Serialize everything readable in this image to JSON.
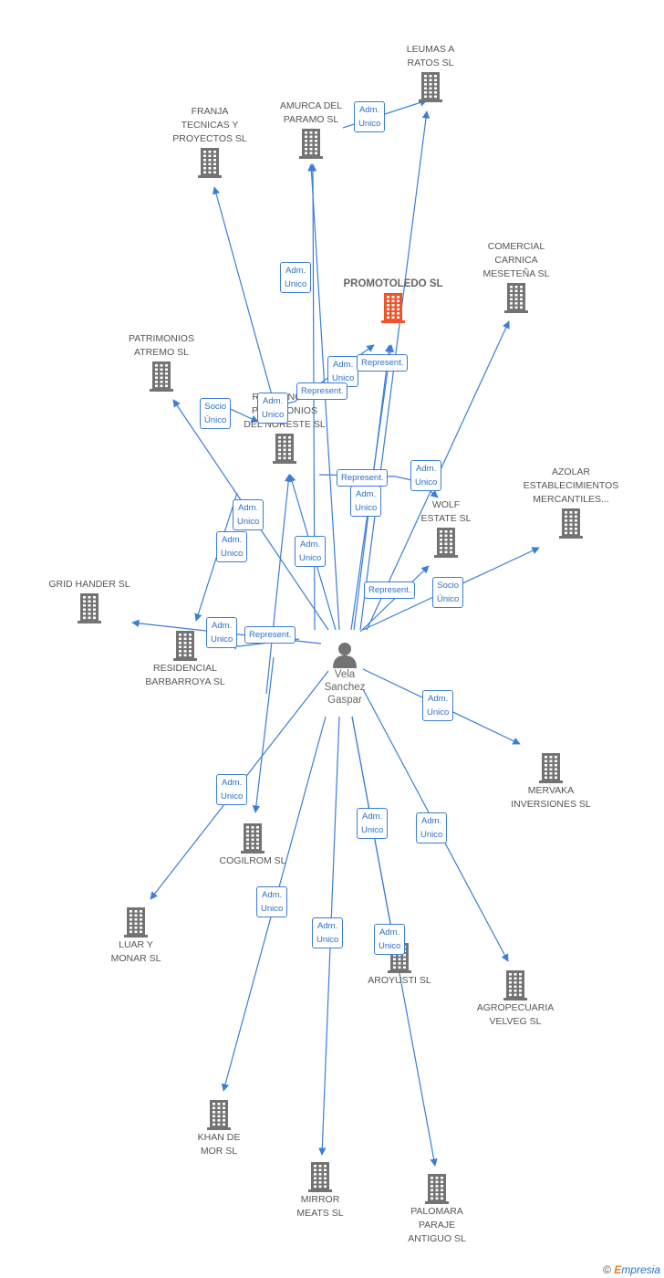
{
  "colors": {
    "edge": "#3b7dd8",
    "building": "#737373",
    "focus_building": "#f0522b",
    "label_text": "#2e6fc7"
  },
  "center": {
    "name": "Vela\nSanchez\nGaspar",
    "icon": "person-icon"
  },
  "companies": {
    "leumas": "LEUMAS A\nRATOS  SL",
    "amurca": "AMURCA DEL\nPARAMO SL",
    "franja": "FRANJA\nTECNICAS Y\nPROYECTOS SL",
    "comercial": "COMERCIAL\nCARNICA\nMESETEÑA SL",
    "promotoledo": "PROMOTOLEDO SL",
    "patrimonios": "PATRIMONIOS\nATREMO SL",
    "residencias": "RESIDENCIAS\nPATRIMONIOS\nDEL NORESTE SL",
    "azolar": "AZOLAR\nESTABLECIMIENTOS\nMERCANTILES...",
    "wolf": "WOLF\nESTATE SL",
    "grid": "GRID HANDER SL",
    "residencial": "RESIDENCIAL\nBARBARROYA SL",
    "mervaka": "MERVAKA\nINVERSIONES SL",
    "cogilrom": "COGILROM SL",
    "luar": "LUAR Y\nMONAR  SL",
    "aroyusti": "AROYUSTI SL",
    "agropecuaria": "AGROPECUARIA\nVELVEG SL",
    "khan": "KHAN DE\nMOR SL",
    "mirror": "MIRROR\nMEATS SL",
    "palomara": "PALOMARA\nPARAJE\nANTIGUO  SL"
  },
  "relation_labels": {
    "adm_unico": "Adm.\nUnico",
    "represent": "Represent.",
    "socio_unico": "Socio\nÚnico"
  },
  "footer": {
    "copyright": "©",
    "brand_e": "E",
    "brand_rest": "mpresia"
  }
}
